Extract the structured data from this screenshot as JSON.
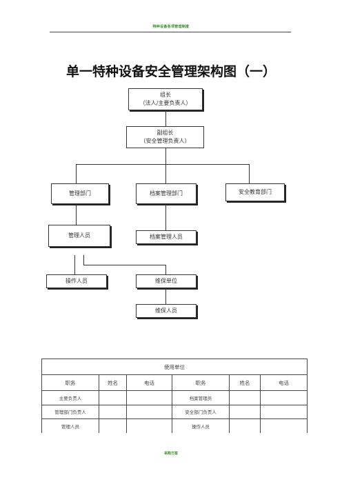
{
  "header": {
    "text": "特种设备各项管理制度"
  },
  "title": "单一特种设备安全管理架构图（一）",
  "org": {
    "leader": {
      "line1": "组长",
      "line2": "（法人/主要负责人）"
    },
    "deputy": {
      "line1": "副组长",
      "line2": "（安全管理负责人）"
    },
    "mgmt_dept": "管理部门",
    "archive_dept": "档案管理部门",
    "safety_edu_dept": "安全教育部门",
    "mgmt_staff": "管理人员",
    "archive_staff": "档案管理人员",
    "operator": "操作人员",
    "maintenance_unit": "维保单位",
    "maintenance_staff": "维保人员"
  },
  "roster": {
    "caption": "使用单位",
    "columns": [
      "职务",
      "姓名",
      "电话",
      "职务",
      "姓名",
      "电话"
    ],
    "rows": [
      [
        "主要负责人",
        "",
        "",
        "档案管理员",
        "",
        ""
      ],
      [
        "管理部门负责人",
        "",
        "",
        "安全部门负责人",
        "",
        ""
      ],
      [
        "管理人员",
        "",
        "",
        "操作人员",
        "",
        ""
      ]
    ]
  },
  "footer": {
    "text": "采购方案"
  }
}
